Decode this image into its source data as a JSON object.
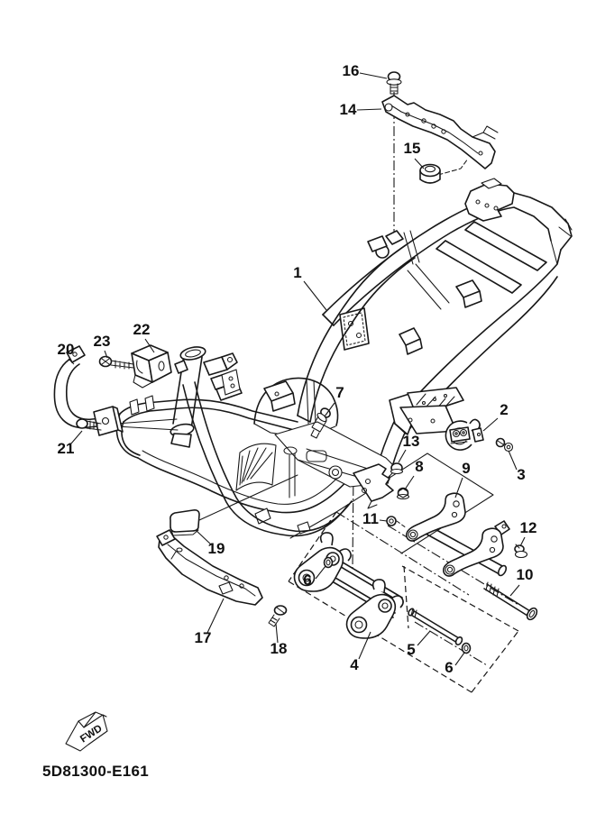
{
  "diagram": {
    "part_code": "5D81300-E161",
    "fwd_arrow_label": "FWD",
    "line_color": "#181818",
    "background_color": "#ffffff"
  },
  "callouts": [
    {
      "label": "1"
    },
    {
      "label": "2"
    },
    {
      "label": "3"
    },
    {
      "label": "4"
    },
    {
      "label": "5"
    },
    {
      "label": "6"
    },
    {
      "label": "7"
    },
    {
      "label": "8"
    },
    {
      "label": "9"
    },
    {
      "label": "10"
    },
    {
      "label": "11"
    },
    {
      "label": "12"
    },
    {
      "label": "13"
    },
    {
      "label": "14"
    },
    {
      "label": "15"
    },
    {
      "label": "16"
    },
    {
      "label": "17"
    },
    {
      "label": "18"
    },
    {
      "label": "19"
    },
    {
      "label": "20"
    },
    {
      "label": "21"
    },
    {
      "label": "22"
    },
    {
      "label": "23"
    },
    {
      "label": "6"
    }
  ]
}
